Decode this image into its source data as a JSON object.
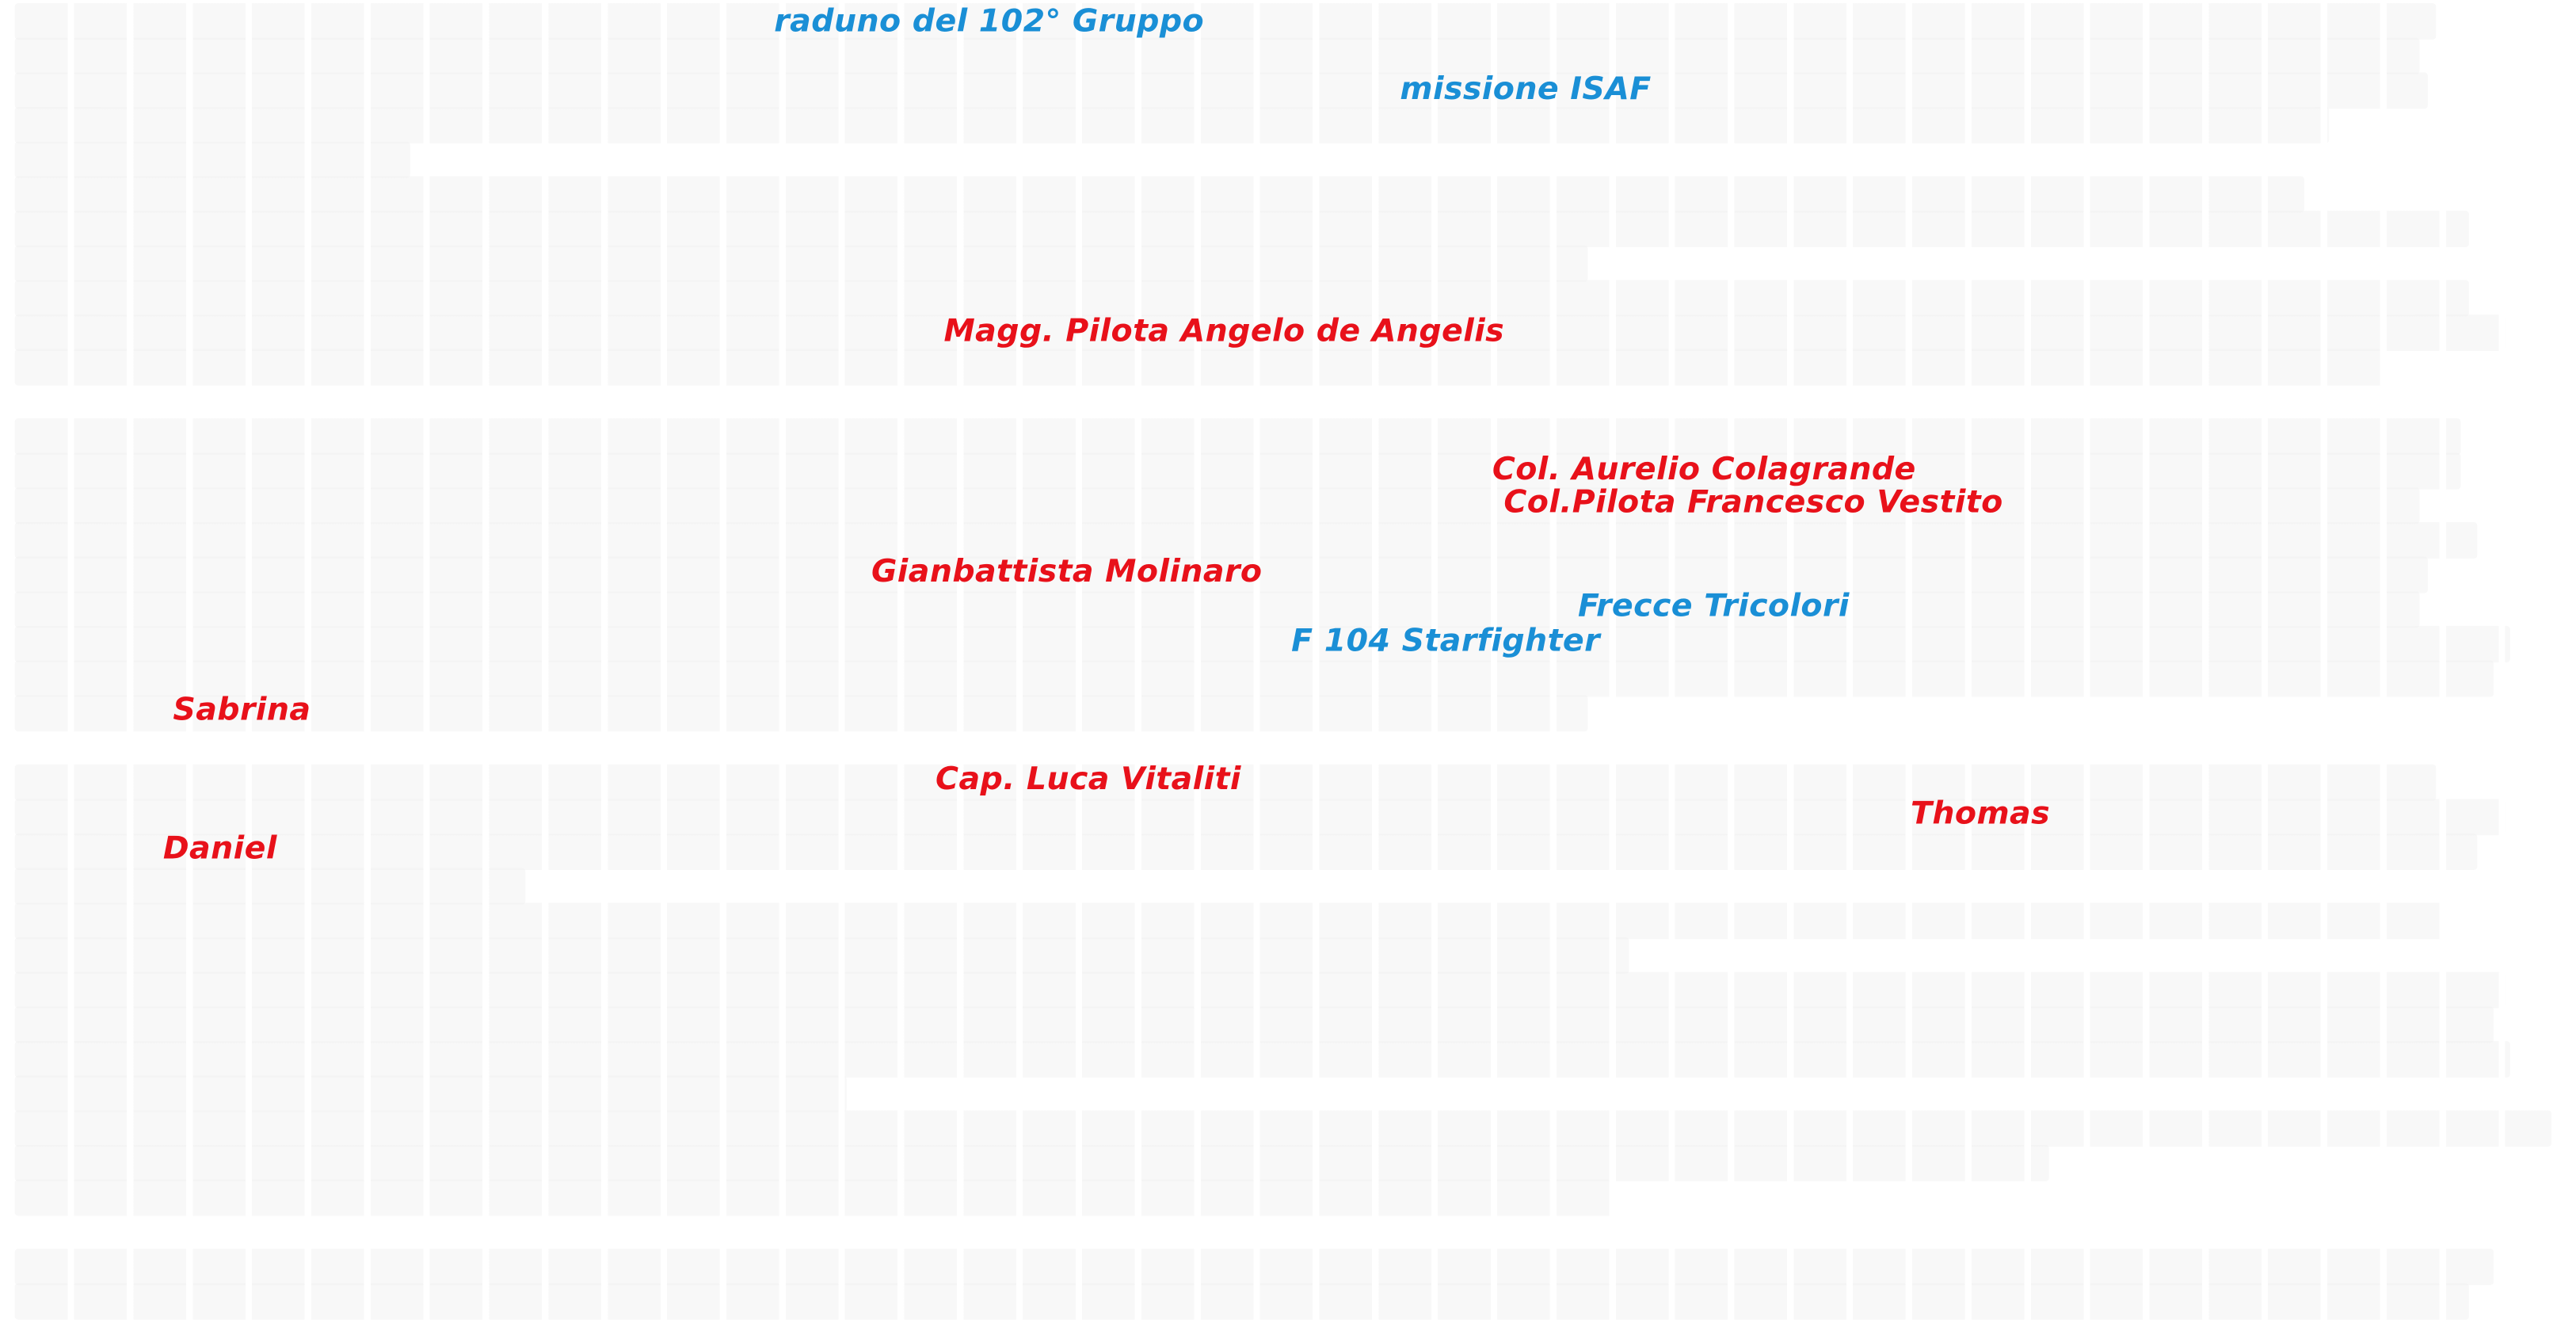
{
  "colors": {
    "link_blue": "#1a8fd6",
    "name_red": "#e8111a",
    "faded_text": "#f1f1f1"
  },
  "highlights": {
    "raduno": "raduno del 102° Gruppo",
    "missione": "missione ISAF",
    "de_angelis": "Magg. Pilota Angelo de Angelis",
    "colagrande": "Col. Aurelio Colagrande",
    "vestito": "Col.Pilota Francesco Vestito",
    "molinaro": "Gianbattista Molinaro",
    "frecce": "Frecce Tricolori",
    "starfighter": "F 104 Starfighter",
    "sabrina": "Sabrina",
    "vitaliti": "Cap. Luca Vitaliti",
    "thomas": "Thomas",
    "daniel": "Daniel"
  }
}
